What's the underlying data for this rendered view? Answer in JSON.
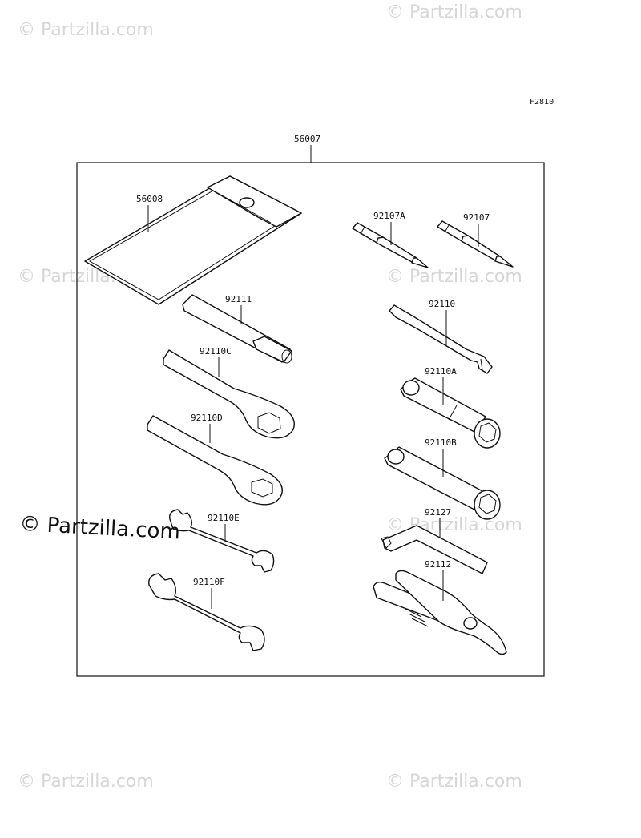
{
  "figure_code": "F2810",
  "kit_number": "56007",
  "watermark": "© Partzilla.com",
  "parts": {
    "pouch": "56008",
    "screwdriver_a": "92107A",
    "screwdriver": "92107",
    "handle_bar": "92111",
    "spanner": "92110",
    "wrench_c": "92110C",
    "box_wrench_a": "92110A",
    "wrench_d": "92110D",
    "box_wrench_b": "92110B",
    "wrench_e": "92110E",
    "hex_key": "92127",
    "wrench_f": "92110F",
    "pliers": "92112"
  }
}
